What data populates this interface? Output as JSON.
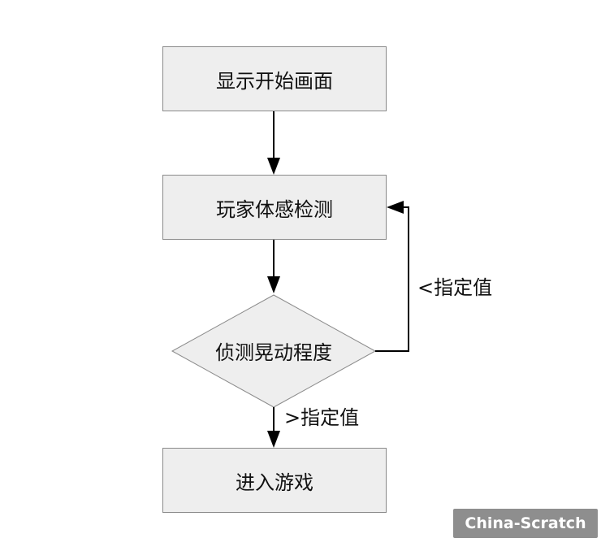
{
  "nodes": {
    "start": "显示开始画面",
    "detect": "玩家体感检测",
    "decision": "侦测晃动程度",
    "enter": "进入游戏"
  },
  "edges": {
    "loop_label": "<指定值",
    "down_label": ">指定值"
  },
  "watermark": "China-Scratch"
}
